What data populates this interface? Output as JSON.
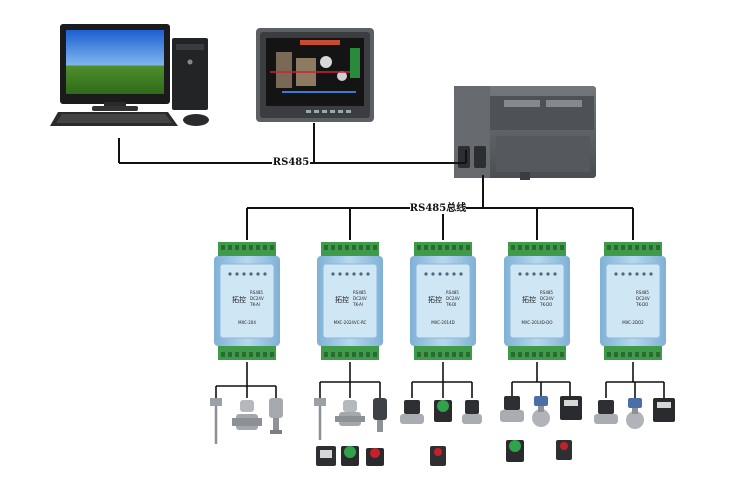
{
  "labels": {
    "top_bus": "RS485",
    "field_bus": "RS485总线"
  },
  "modules": [
    {
      "brand": "拓控",
      "specs": [
        "RS485",
        "DC24V",
        "TK-AI"
      ],
      "model": "MXC-204"
    },
    {
      "brand": "拓控",
      "specs": [
        "RS485",
        "DC24V",
        "TK-AI"
      ],
      "model": "MXC-2024VC-RC"
    },
    {
      "brand": "拓控",
      "specs": [
        "RS485",
        "DC24V",
        "TK-DI"
      ],
      "model": "MXC-2014D"
    },
    {
      "brand": "拓控",
      "specs": [
        "RS485",
        "DC24V",
        "TK-DO"
      ],
      "model": "MXC-2014D-DO"
    },
    {
      "brand": "",
      "specs": [
        "RS485",
        "DC24V",
        "TK-DO"
      ],
      "model": "MXC-2DO2"
    }
  ],
  "icons": {
    "pc": "desktop-computer-icon",
    "hmi": "industrial-touch-panel-icon",
    "plc": "plc-controller-icon",
    "sensors": [
      "temperature-sensor-icon",
      "flow-meter-icon",
      "pressure-transmitter-icon",
      "push-button-icon",
      "contactor-icon",
      "solenoid-valve-icon"
    ]
  },
  "colors": {
    "bus_line": "#111111",
    "module_body": "#9ac4e0",
    "terminal": "#3f9a4a",
    "plc_body": "#5d6166"
  }
}
